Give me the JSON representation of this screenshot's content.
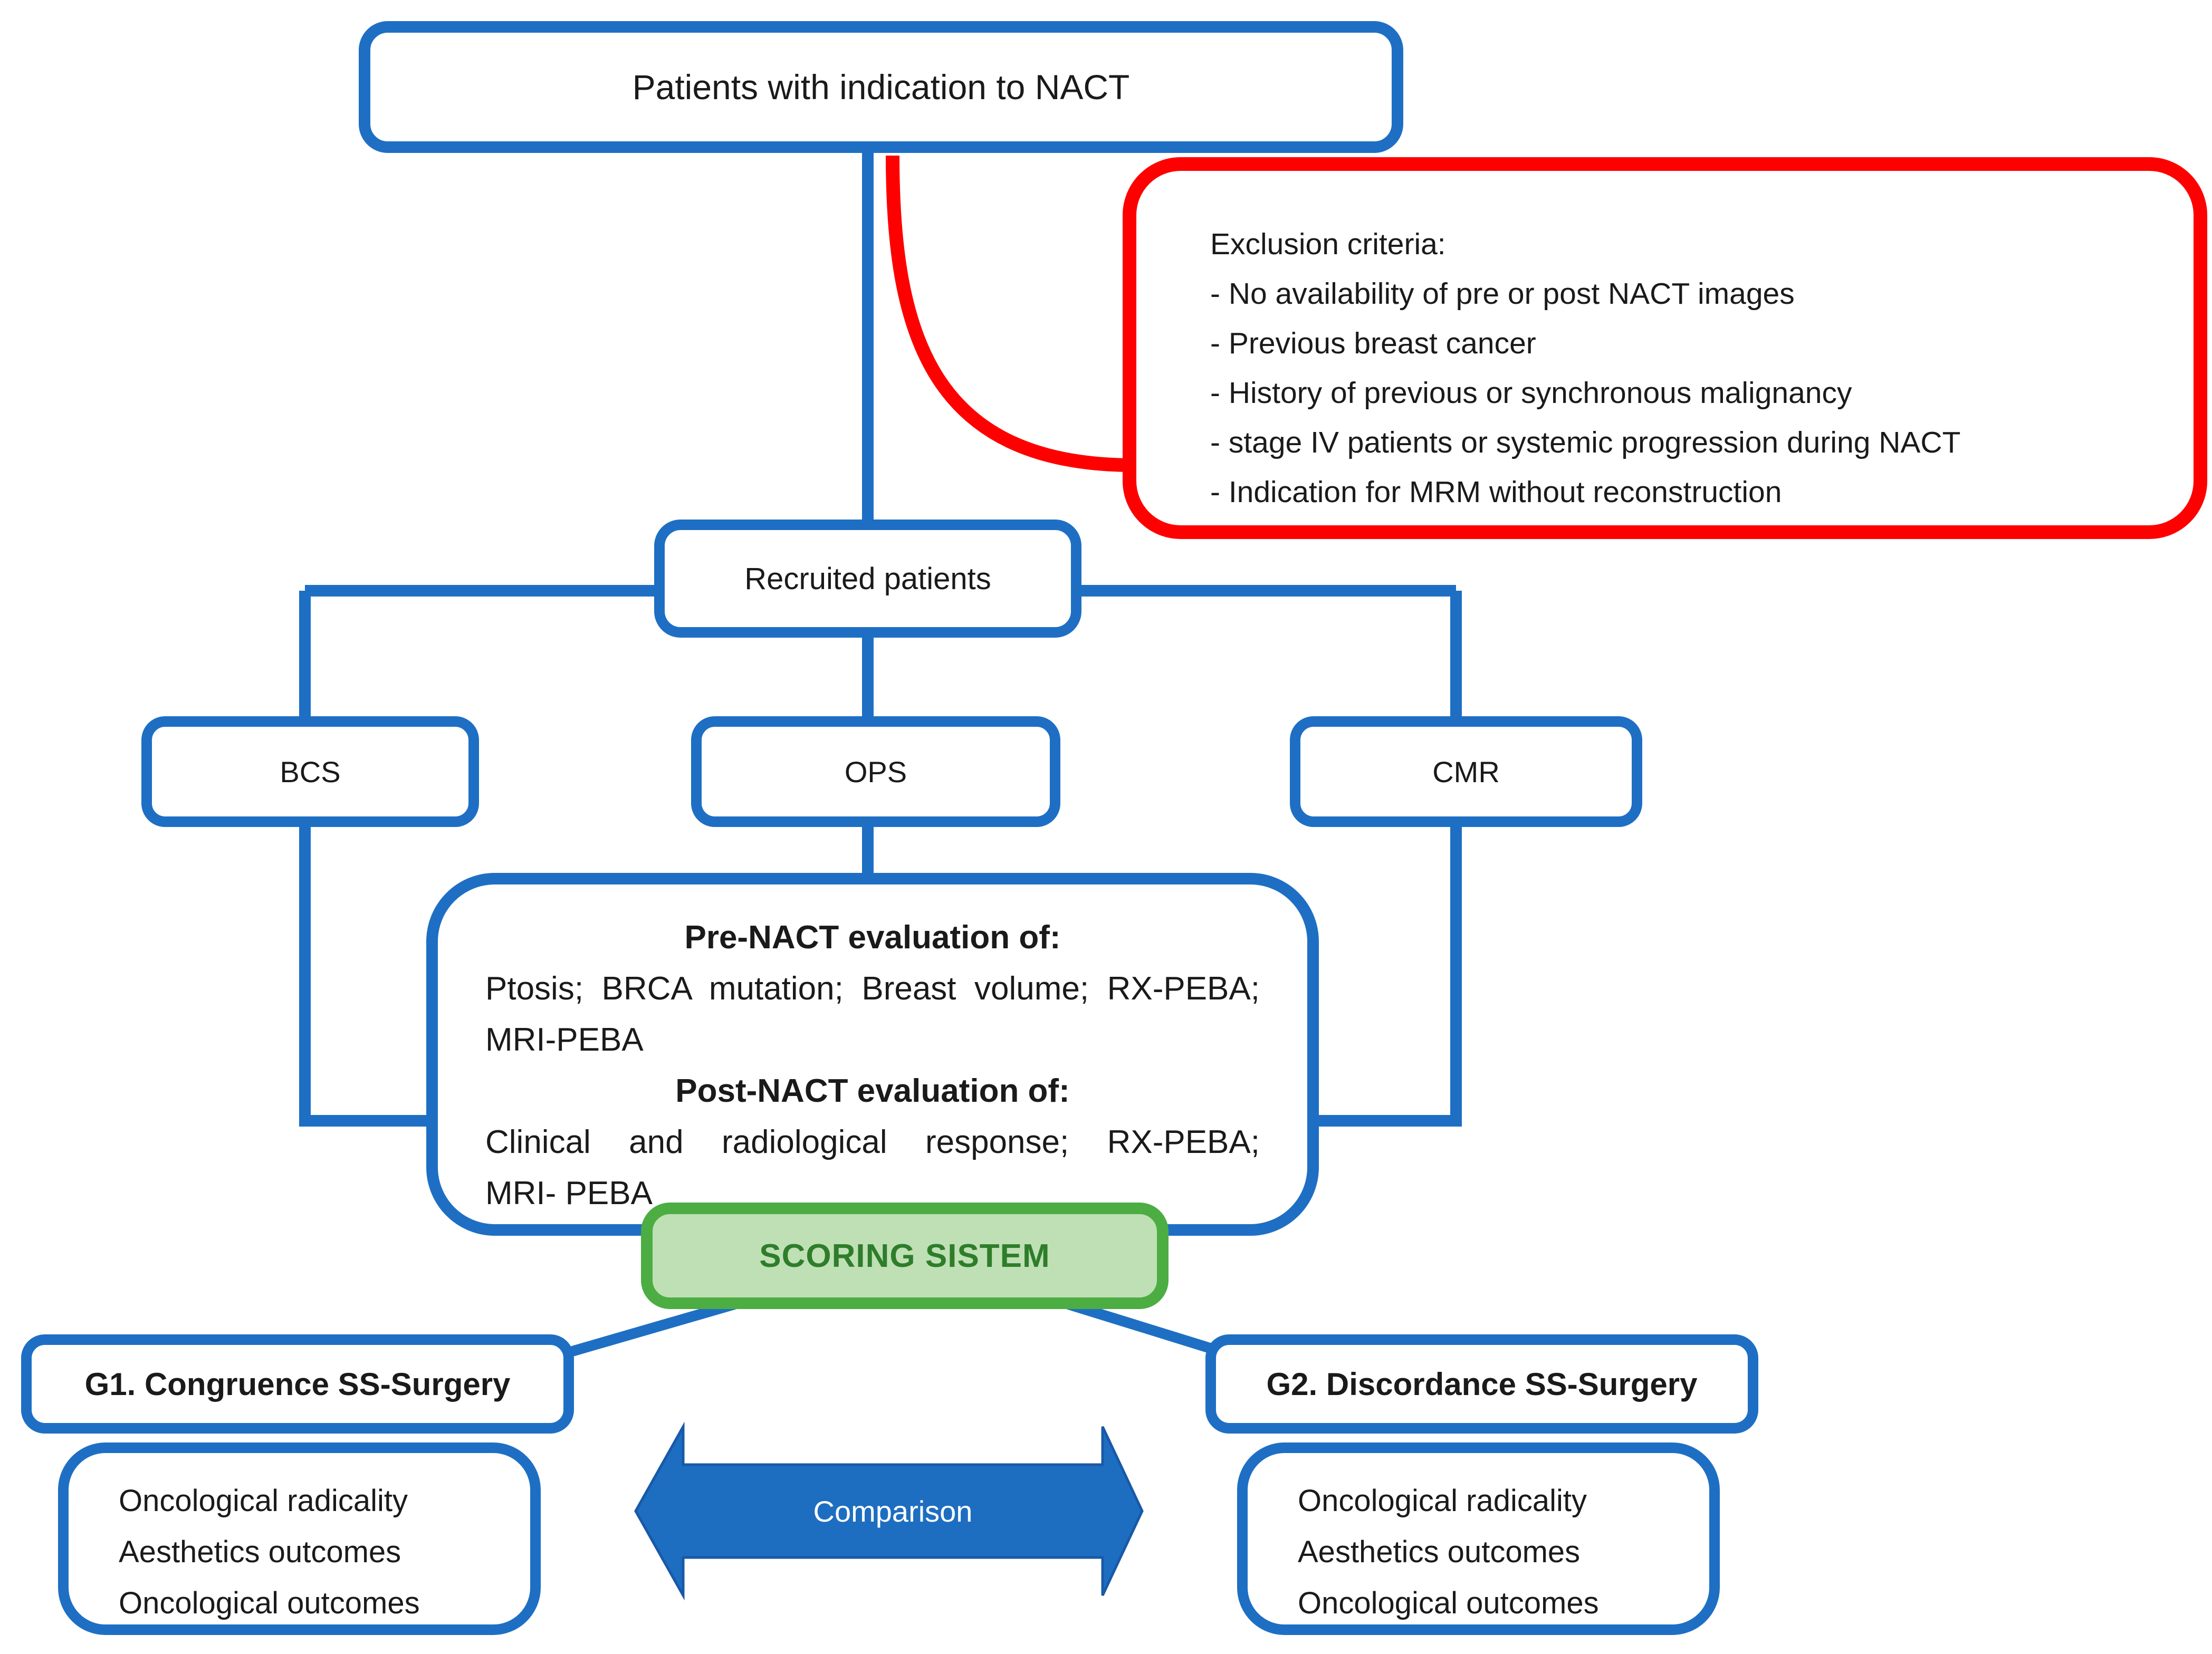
{
  "colors": {
    "box_border_blue": "#1E6FC4",
    "exclusion_border_red": "#FE0000",
    "scoring_border_green": "#4CAD43",
    "scoring_fill_green": "#BFE0B4",
    "scoring_text_green": "#2E7D2B",
    "arrow_fill_blue": "#1D6EC0",
    "text": "#1A1A1A"
  },
  "nodes": {
    "patients": {
      "label": "Patients with indication to NACT"
    },
    "exclusion": {
      "title": "Exclusion criteria:",
      "items": [
        "- No availability of pre or post NACT images",
        "- Previous breast cancer",
        "- History of previous or synchronous malignancy",
        "- stage IV patients or systemic progression during NACT",
        "- Indication for MRM without reconstruction"
      ]
    },
    "recruited": {
      "label": "Recruited patients"
    },
    "bcs": {
      "label": "BCS"
    },
    "ops": {
      "label": "OPS"
    },
    "cmr": {
      "label": "CMR"
    },
    "evaluation": {
      "pre_title": "Pre-NACT evaluation of:",
      "pre_lines": [
        "Ptosis; BRCA mutation; Breast volume; RX-PEBA;",
        "MRI-PEBA"
      ],
      "post_title": "Post-NACT evaluation of:",
      "post_lines": [
        "Clinical and radiological response;  RX-PEBA;",
        "MRI- PEBA"
      ]
    },
    "scoring": {
      "label": "SCORING SISTEM"
    },
    "g1": {
      "title": "G1. Congruence SS-Surgery",
      "items": [
        "Oncological radicality",
        "Aesthetics outcomes",
        "Oncological outcomes"
      ]
    },
    "g2": {
      "title": "G2. Discordance SS-Surgery",
      "items": [
        "Oncological radicality",
        "Aesthetics outcomes",
        "Oncological outcomes"
      ]
    },
    "comparison": {
      "label": "Comparison"
    }
  }
}
